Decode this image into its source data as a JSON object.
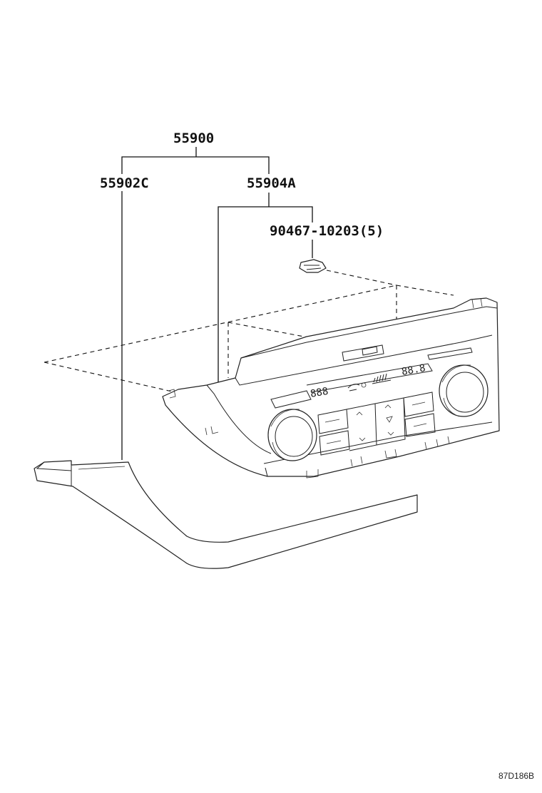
{
  "parts": {
    "assembly": "55900",
    "panel": "55902C",
    "control": "55904A",
    "clip": "90467-10203(5)"
  },
  "display": {
    "left_temp": "888",
    "right_temp": "88.8"
  },
  "drawing_code": "87D186B"
}
